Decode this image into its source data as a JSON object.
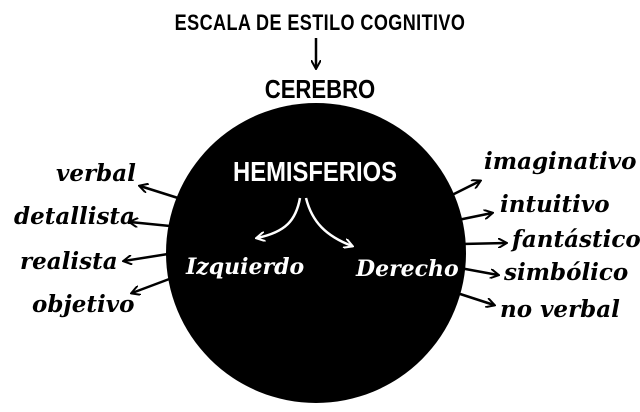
{
  "header": {
    "title": "ESCALA DE ESTILO COGNITIVO",
    "subject": "CEREBRO"
  },
  "circle": {
    "title": "HEMISFERIOS",
    "left_label": "Izquierdo",
    "right_label": "Derecho",
    "fill_color": "#000000",
    "text_color": "#ffffff"
  },
  "left_traits": [
    "verbal",
    "detallista",
    "realista",
    "objetivo"
  ],
  "right_traits": [
    "imaginativo",
    "intuitivo",
    "fantástico",
    "simbólico",
    "no verbal"
  ]
}
